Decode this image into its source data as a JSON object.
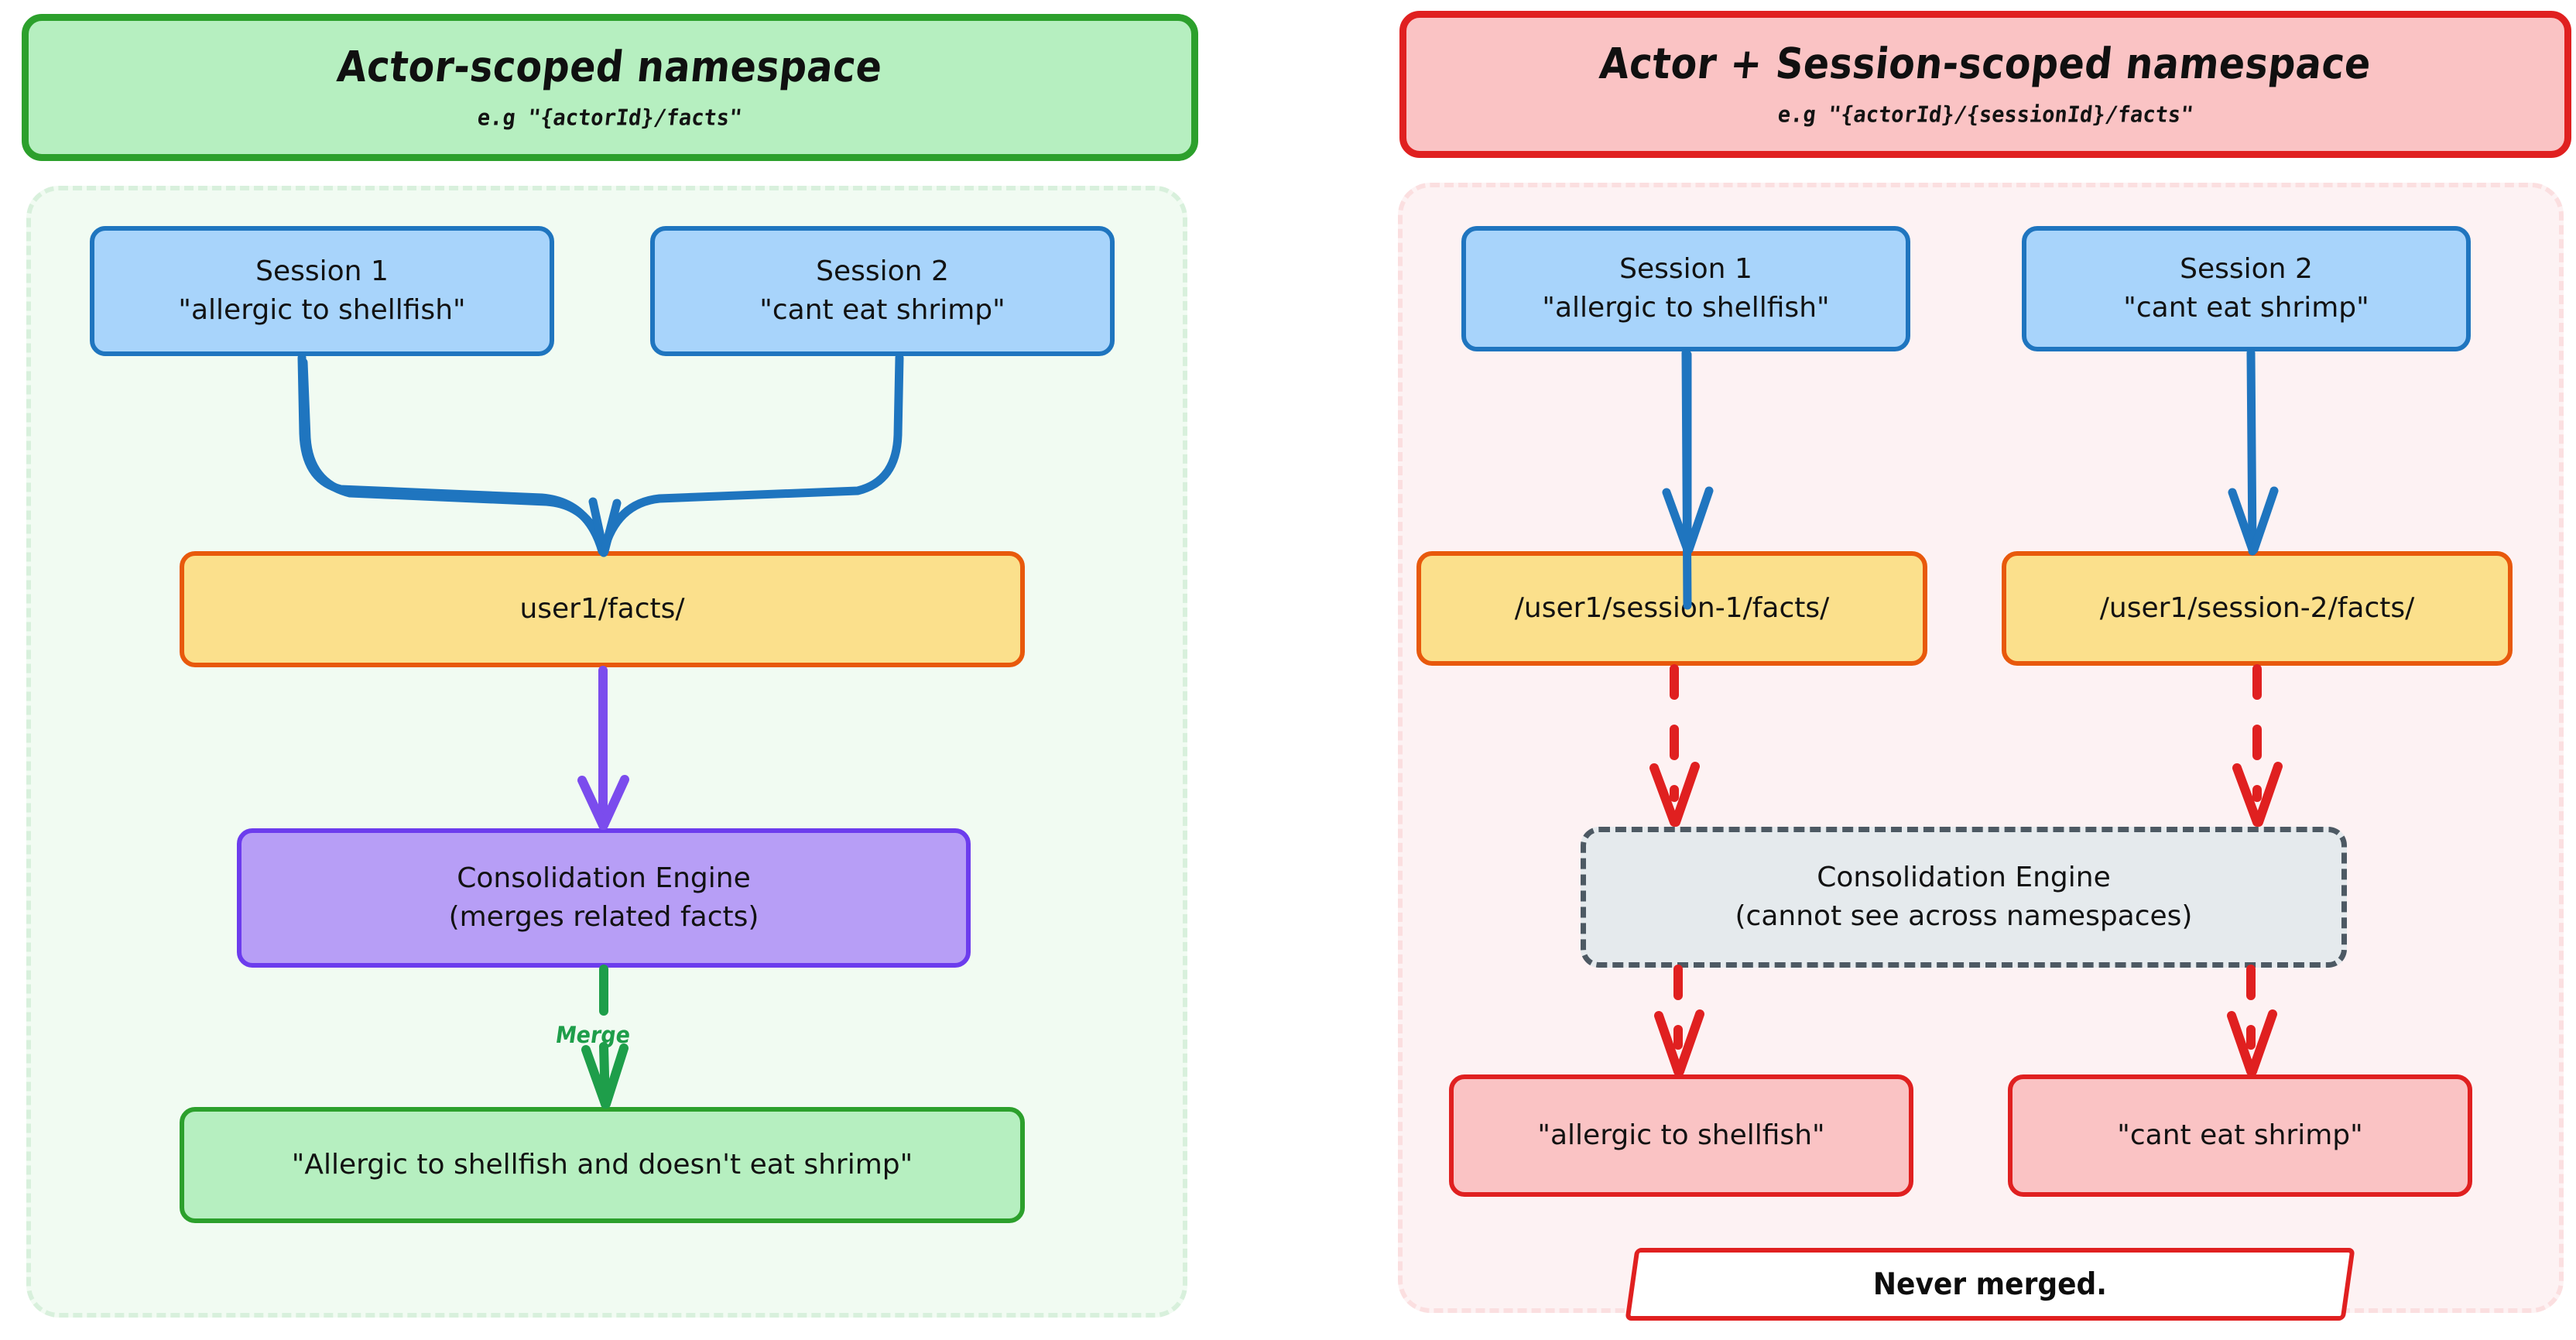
{
  "diagram": {
    "type": "flowchart",
    "panels": [
      {
        "id": "actor-scoped",
        "accent": "#2ca02c",
        "header": {
          "title": "Actor-scoped namespace",
          "subtitle": "e.g \"{actorId}/facts\""
        },
        "nodes": [
          {
            "id": "session1",
            "lines": [
              "Session 1",
              "\"allergic to shellfish\""
            ]
          },
          {
            "id": "session2",
            "lines": [
              "Session 2",
              "\"cant eat shrimp\""
            ]
          },
          {
            "id": "namespace",
            "lines": [
              "user1/facts/"
            ]
          },
          {
            "id": "engine",
            "lines": [
              "Consolidation Engine",
              "(merges related facts)"
            ]
          },
          {
            "id": "result",
            "lines": [
              "\"Allergic to shellfish and doesn't eat shrimp\""
            ]
          }
        ],
        "edge_labels": [
          {
            "id": "merge",
            "text": "Merge",
            "color": "#1e9e4a"
          }
        ]
      },
      {
        "id": "actor-session-scoped",
        "accent": "#e02020",
        "header": {
          "title": "Actor + Session-scoped namespace",
          "subtitle": "e.g \"{actorId}/{sessionId}/facts\""
        },
        "nodes": [
          {
            "id": "session1",
            "lines": [
              "Session 1",
              "\"allergic to shellfish\""
            ]
          },
          {
            "id": "session2",
            "lines": [
              "Session 2",
              "\"cant eat shrimp\""
            ]
          },
          {
            "id": "namespace1",
            "lines": [
              "/user1/session-1/facts/"
            ]
          },
          {
            "id": "namespace2",
            "lines": [
              "/user1/session-2/facts/"
            ]
          },
          {
            "id": "engine",
            "lines": [
              "Consolidation Engine",
              "(cannot see across namespaces)"
            ]
          },
          {
            "id": "fact1",
            "lines": [
              "\"allergic to shellfish\""
            ]
          },
          {
            "id": "fact2",
            "lines": [
              "\"cant eat shrimp\""
            ]
          }
        ],
        "note": "Never merged."
      }
    ],
    "colors": {
      "blue_node_fill": "#a8d4fb",
      "blue_node_stroke": "#1f75bf",
      "yellow_node_fill": "#fbe08c",
      "yellow_node_stroke": "#e8590c",
      "purple_node_fill": "#b79ef6",
      "purple_node_stroke": "#6c3ced",
      "green_node_fill": "#b6efc0",
      "green_node_stroke": "#2ca02c",
      "red_node_fill": "#fac3c4",
      "red_node_stroke": "#e02020",
      "grey_node_fill": "#e5eaed",
      "grey_node_stroke": "#4d5963",
      "green_zone_fill": "#f1fbf2",
      "green_zone_stroke": "#d8f0dc",
      "red_zone_fill": "#fdf2f3",
      "red_zone_stroke": "#fbdfe0",
      "merge_label": "#1e9e4a"
    }
  }
}
